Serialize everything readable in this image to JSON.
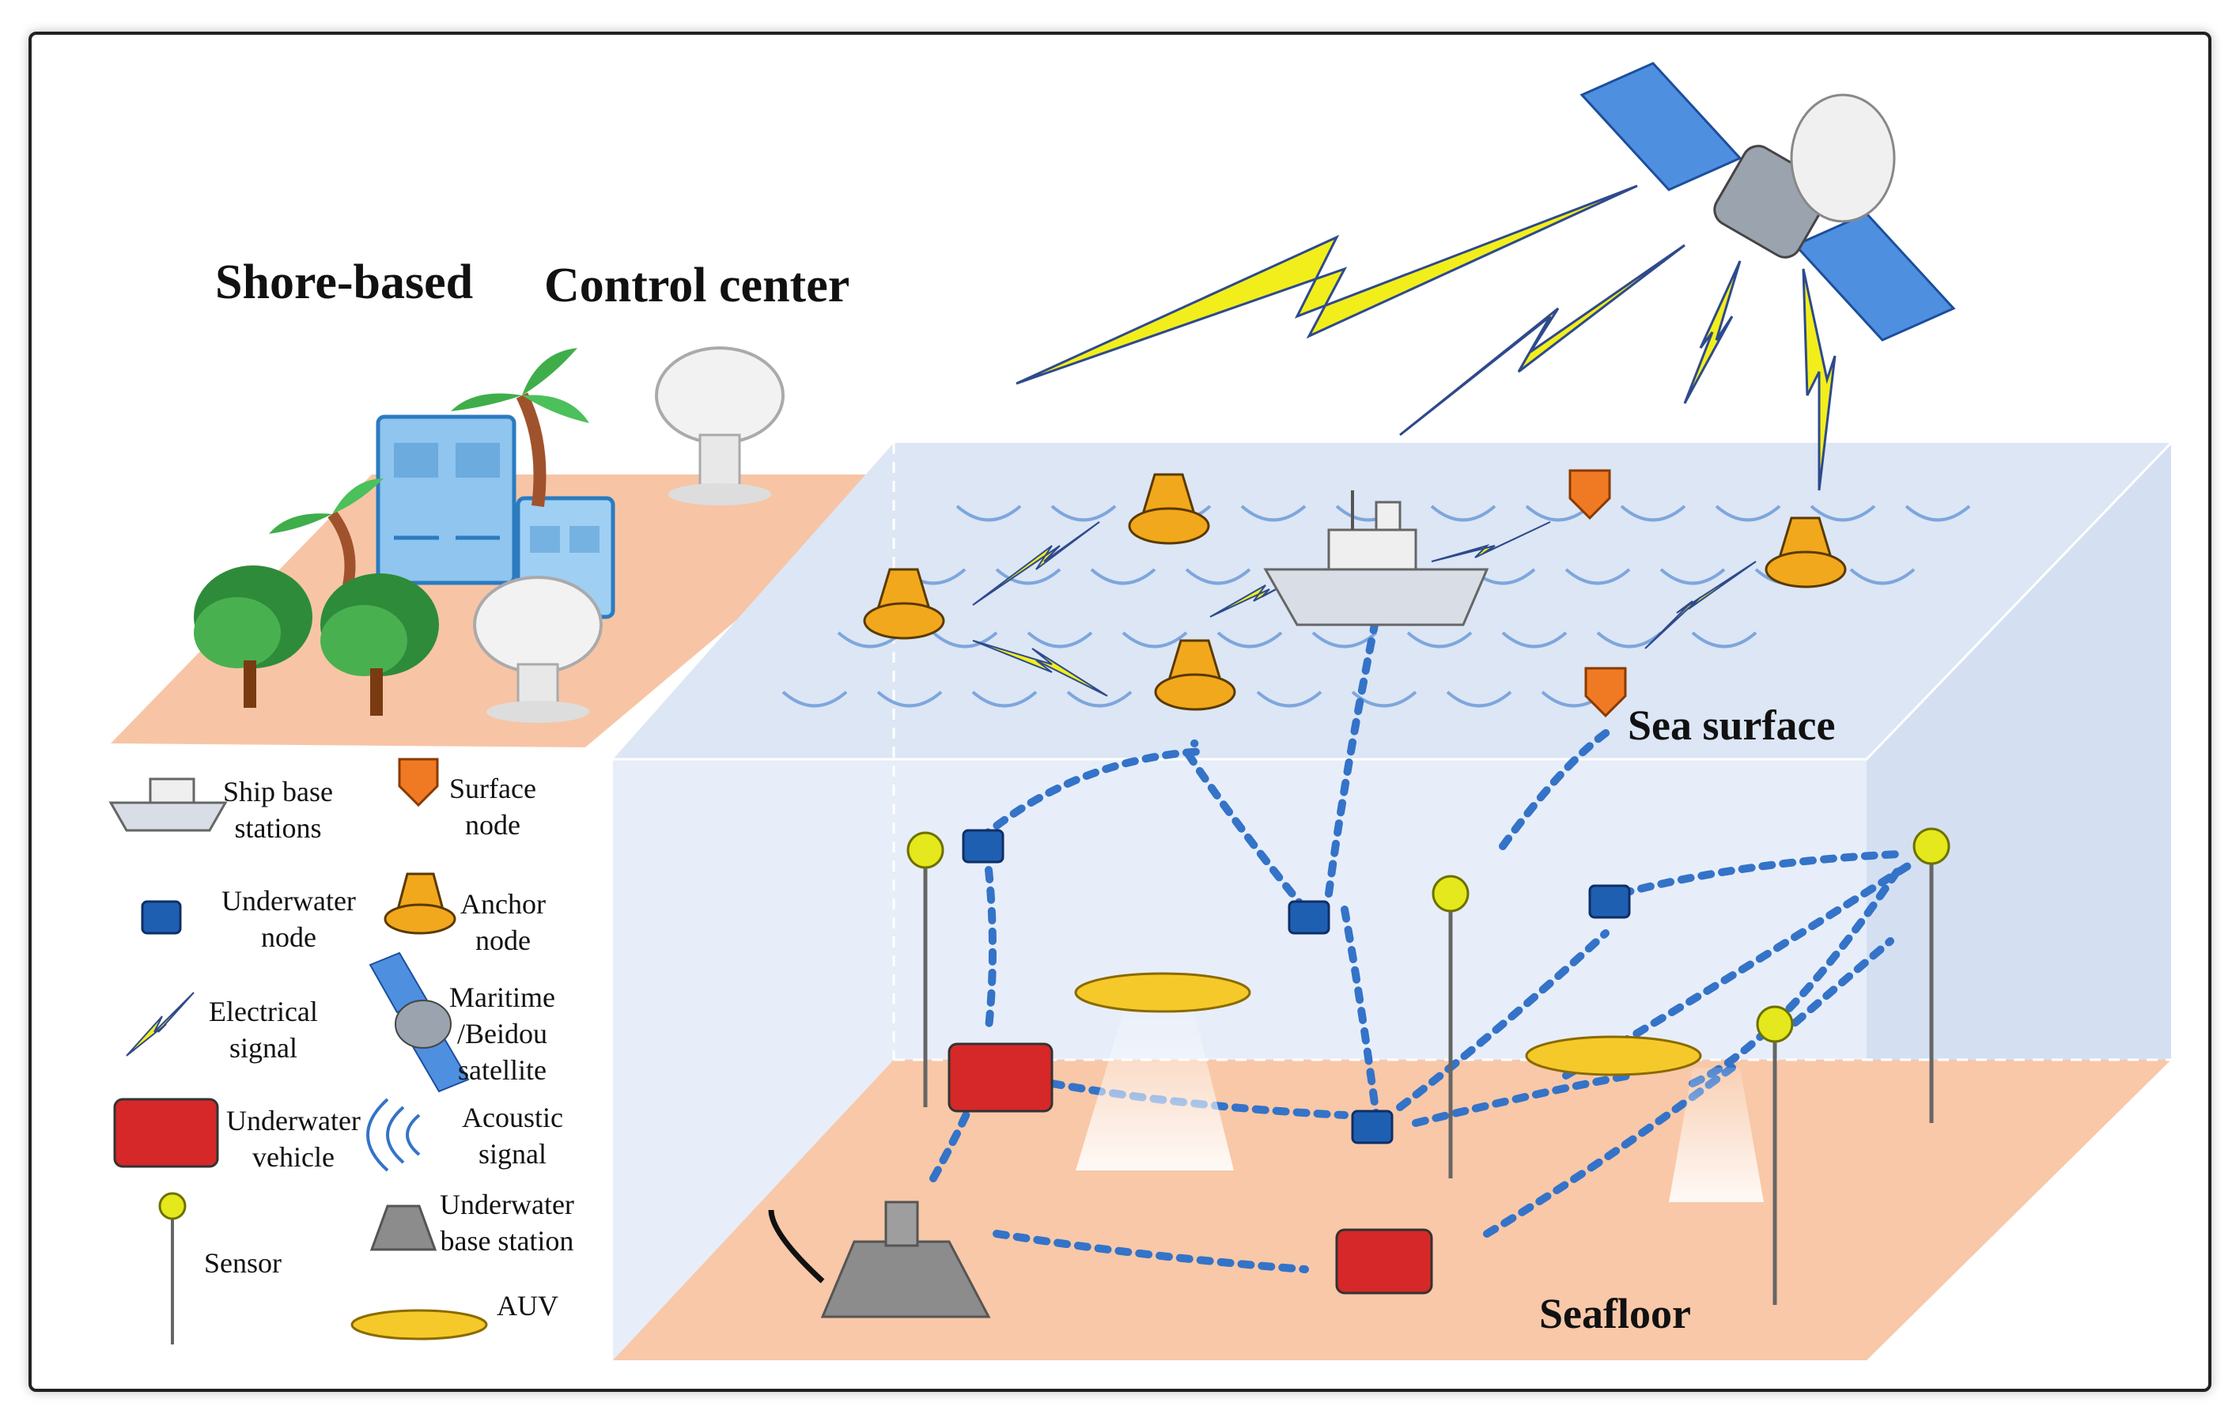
{
  "titles": {
    "shore_based": "Shore-based",
    "control_center": "Control center",
    "sea_surface": "Sea surface",
    "seafloor": "Seafloor"
  },
  "legend": {
    "ship_base_stations": "Ship base\nstations",
    "surface_node": "Surface\nnode",
    "underwater_node": "Underwater\nnode",
    "anchor_node": "Anchor\nnode",
    "electrical_signal": "Electrical\nsignal",
    "satellite": "Maritime\n/Beidou\nsatellite",
    "underwater_vehicle": "Underwater\nvehicle",
    "acoustic_signal": "Acoustic\nsignal",
    "sensor": "Sensor",
    "underwater_base_station": "Underwater\nbase station",
    "auv": "AUV"
  },
  "colors": {
    "shore_ground": "#F7C5A5",
    "sea_volume": "#DCE6F5",
    "seafloor": "#F8C8A8",
    "wave": "#7EA6DD",
    "acoustic_link": "#3473C8",
    "electrical_signal": "#F2EE1C",
    "buoy": "#F2A81C",
    "underwater_node": "#1F5FB2",
    "surface_node": "#F07A24",
    "auv": "#F6C92A"
  }
}
